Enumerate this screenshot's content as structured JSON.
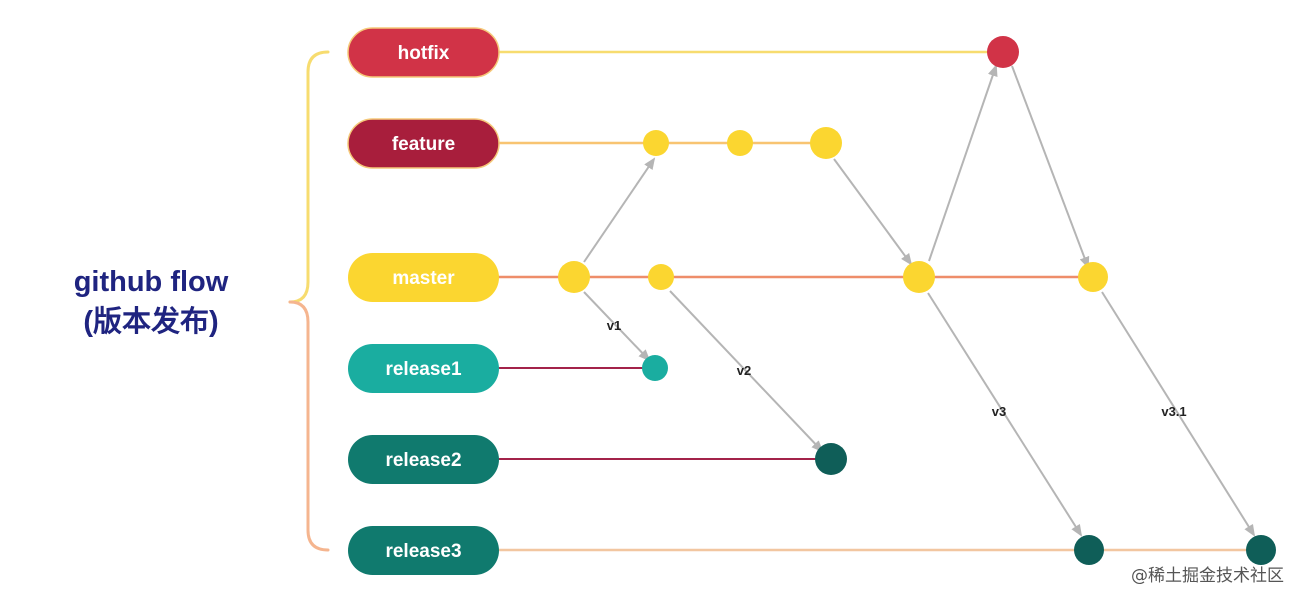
{
  "title": {
    "line1": "github flow",
    "line2": "(版本发布)"
  },
  "branches": [
    {
      "id": "hotfix",
      "label": "hotfix",
      "color": "#d13347",
      "line_color": "#f7dc6f"
    },
    {
      "id": "feature",
      "label": "feature",
      "color": "#a81e3c",
      "line_color": "#f8c471"
    },
    {
      "id": "master",
      "label": "master",
      "color": "#fbd630",
      "line_color": "#ee8d6a"
    },
    {
      "id": "release1",
      "label": "release1",
      "color": "#1aada0",
      "line_color": "#a3234a"
    },
    {
      "id": "release2",
      "label": "release2",
      "color": "#107a6e",
      "line_color": "#a3234a"
    },
    {
      "id": "release3",
      "label": "release3",
      "color": "#107a6e",
      "line_color": "#f2c6a0"
    }
  ],
  "version_labels": {
    "v1": "v1",
    "v2": "v2",
    "v3": "v3",
    "v31": "v3.1"
  },
  "commit_colors": {
    "hotfix": "#d13347",
    "feature": "#fbd630",
    "master": "#fbd630",
    "release1": "#1aada0",
    "release_dark": "#0f5e58"
  },
  "arrow_color": "#b5b5b5",
  "bracket_colors": {
    "upper": "#f7dc6f",
    "lower": "#f5b58f"
  },
  "watermark": "@稀土掘金技术社区"
}
